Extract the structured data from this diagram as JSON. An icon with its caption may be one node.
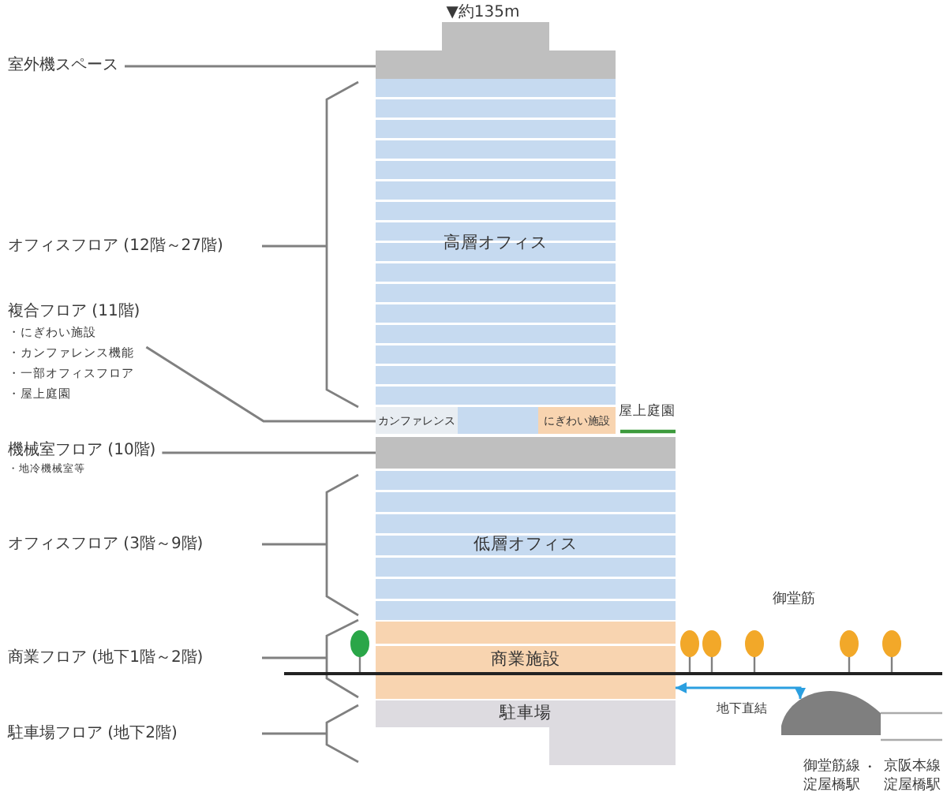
{
  "diagram": {
    "nodes": [
      {
        "text": [
          "室外機スペース"
        ]
      },
      {
        "text": [
          "複合フロア (11階)",
          "・にぎわい施設",
          "・カンファレンス機能",
          "・一部オフィスフロア",
          "・屋上庭園"
        ]
      },
      {
        "text": [
          "機械室フロア (10階)",
          "・地冷機械室等"
        ]
      },
      {
        "text": [],
        "shape": "box"
      },
      {
        "text": [
          "高層オフィス"
        ]
      },
      {
        "text": [],
        "shape": "box"
      },
      {
        "text": [
          "カンファレンス"
        ],
        "in": 5
      },
      {
        "text": [
          "にぎわい施設"
        ],
        "in": 5
      },
      {
        "text": [],
        "shape": "box"
      },
      {
        "text": [
          "低層オフィス"
        ]
      },
      {
        "text": [
          "商業施設"
        ]
      },
      {
        "text": [
          "駐車場"
        ]
      },
      {
        "text": [],
        "shape": "mound"
      }
    ],
    "edges": [
      {
        "from": 0,
        "to": 3,
        "arrow": "none"
      },
      {
        "from": 1,
        "to": 5,
        "arrow": "none"
      },
      {
        "from": 2,
        "to": 8,
        "arrow": "none"
      },
      {
        "from": 12,
        "to": 10,
        "arrow": "both",
        "label": "地下直結",
        "color": "#2b9fe0"
      }
    ],
    "labels": [
      "▼約135m",
      "オフィスフロア (12階～27階)",
      "屋上庭園",
      "オフィスフロア (3階～9階)",
      "御堂筋",
      "商業フロア (地下1階～2階)",
      "駐車場フロア (地下2階)",
      "御堂筋線淀屋橋駅",
      "・",
      "京阪本線淀屋橋駅"
    ]
  }
}
